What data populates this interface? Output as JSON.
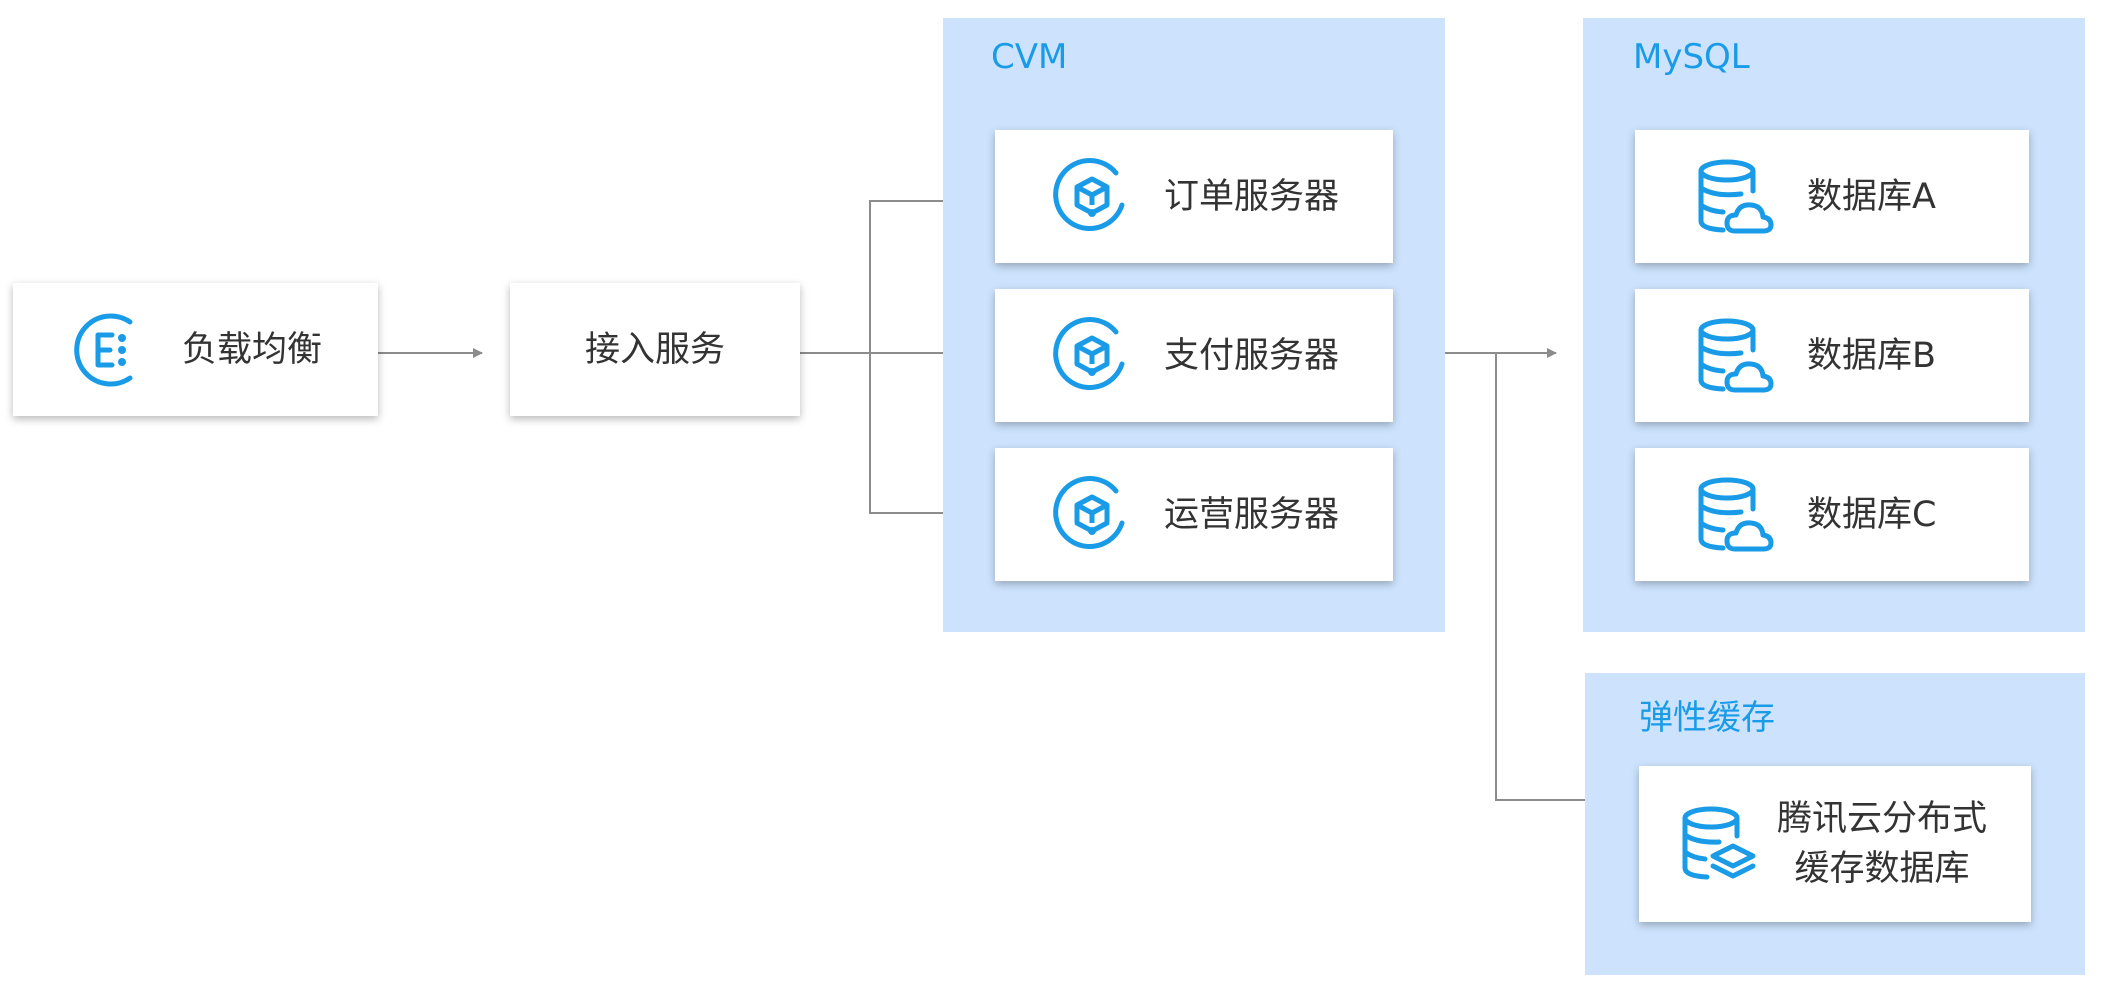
{
  "nodes": {
    "load_balancer": {
      "label": "负载均衡",
      "icon": "clb-icon"
    },
    "access_service": {
      "label": "接入服务"
    },
    "order_server": {
      "label": "订单服务器",
      "icon": "cvm-icon"
    },
    "payment_server": {
      "label": "支付服务器",
      "icon": "cvm-icon"
    },
    "ops_server": {
      "label": "运营服务器",
      "icon": "cvm-icon"
    },
    "database_a": {
      "label": "数据库A",
      "icon": "cloud-database-icon"
    },
    "database_b": {
      "label": "数据库B",
      "icon": "cloud-database-icon"
    },
    "database_c": {
      "label": "数据库C",
      "icon": "cloud-database-icon"
    },
    "redis": {
      "label_line1": "腾讯云分布式",
      "label_line2": "缓存数据库",
      "icon": "cache-database-icon"
    }
  },
  "groups": {
    "cvm": {
      "label": "CVM"
    },
    "mysql": {
      "label": "MySQL"
    },
    "elastic_cache": {
      "label": "弹性缓存"
    }
  },
  "colors": {
    "accent": "#1a9be8",
    "group_background": "#cde3fd",
    "connector": "#8c8c8c",
    "text": "#333333"
  }
}
